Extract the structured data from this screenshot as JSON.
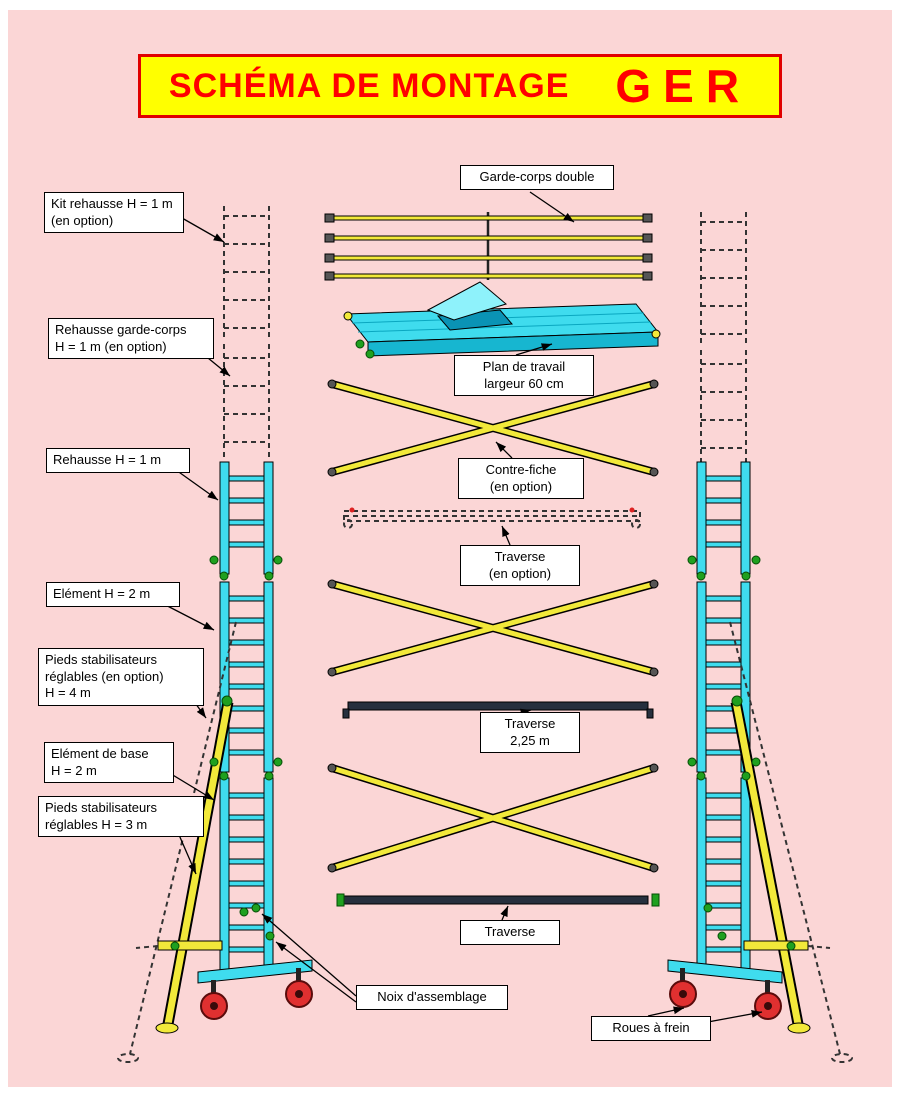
{
  "title": {
    "main": "SCHÉMA DE MONTAGE",
    "brand": "GER"
  },
  "labels": {
    "kit_rehausse": "Kit rehausse H = 1 m\n(en option)",
    "rehausse_garde_corps": "Rehausse garde-corps\nH = 1 m (en option)",
    "rehausse_h1": "Rehausse H = 1 m",
    "element_h2": "Elément H = 2 m",
    "pieds_stabilisateurs_h4": "Pieds stabilisateurs\nréglables (en option)\nH = 4 m",
    "element_de_base": "Elément de base\nH = 2 m",
    "pieds_stabilisateurs_h3": "Pieds stabilisateurs\nréglables H = 3 m",
    "garde_corps_double": "Garde-corps double",
    "plan_de_travail": "Plan de travail\nlargeur 60 cm",
    "contre_fiche": "Contre-fiche\n(en option)",
    "traverse_option": "Traverse\n(en option)",
    "traverse_225": "Traverse\n2,25 m",
    "traverse": "Traverse",
    "noix_assemblage": "Noix d'assemblage",
    "roues_a_frein": "Roues à frein"
  },
  "colors": {
    "background": "#fbd6d6",
    "banner_fill": "#ffff00",
    "banner_border": "#e00000",
    "banner_text": "#ff0000",
    "frame_cyan": "#3fdcee",
    "brace_yellow": "#f2e93a",
    "connector_green": "#1fa01f",
    "wheel_red": "#e03030",
    "traverse_dark": "#26303e"
  }
}
